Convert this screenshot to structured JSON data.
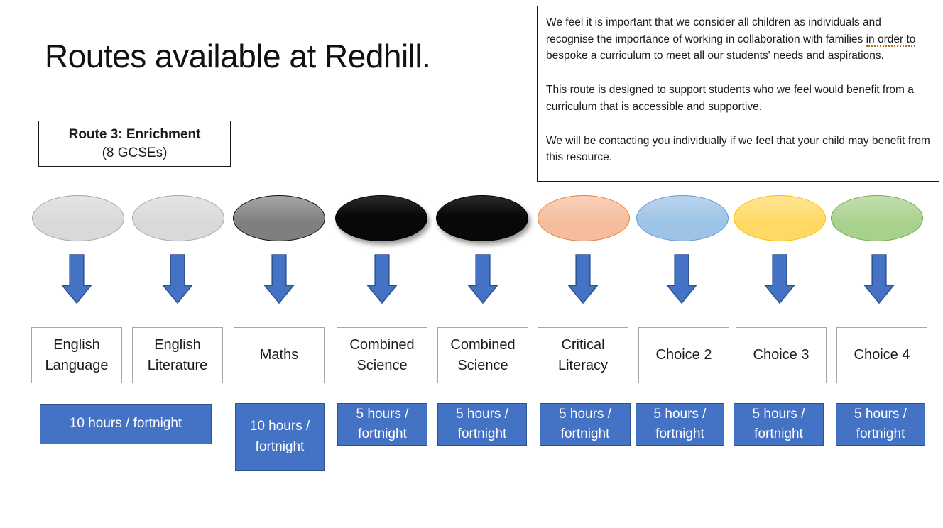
{
  "title": "Routes available at Redhill.",
  "route_box": {
    "line1": "Route 3: Enrichment",
    "line2": "(8 GCSEs)"
  },
  "info_box": {
    "p1_before": "We feel it is important that we consider all children as individuals and recognise the importance of working in collaboration with families ",
    "p1_underlined": "in order to",
    "p1_after": " bespoke a curriculum to meet all our students' needs and aspirations.",
    "p2": "This route is designed to support students who we feel would benefit from a curriculum that is accessible and supportive.",
    "p3": "We will be contacting you individually if we feel that your child may benefit from this resource."
  },
  "columns": [
    {
      "subject": "English Language",
      "ellipse_fill": "#D9D9D9",
      "ellipse_border": "#A6A6A6"
    },
    {
      "subject": "English Literature",
      "ellipse_fill": "#D9D9D9",
      "ellipse_border": "#A6A6A6"
    },
    {
      "subject": "Maths",
      "ellipse_fill": "#7F7F7F",
      "ellipse_border": "#0D0D0D"
    },
    {
      "subject": "Combined Science",
      "ellipse_fill": "#080808",
      "ellipse_border": "#000000"
    },
    {
      "subject": "Combined Science",
      "ellipse_fill": "#080808",
      "ellipse_border": "#000000"
    },
    {
      "subject": "Critical Literacy",
      "ellipse_fill": "#F5BD9D",
      "ellipse_border": "#ED7D31"
    },
    {
      "subject": "Choice 2",
      "ellipse_fill": "#9DC3E6",
      "ellipse_border": "#5B9BD5"
    },
    {
      "subject": "Choice 3",
      "ellipse_fill": "#FFD966",
      "ellipse_border": "#FFC000"
    },
    {
      "subject": "Choice 4",
      "ellipse_fill": "#A9D18E",
      "ellipse_border": "#70AD47"
    }
  ],
  "hours_boxes": [
    {
      "label": "10 hours / fortnight"
    },
    {
      "label": "10 hours / fortnight"
    },
    {
      "label": "5 hours / fortnight"
    },
    {
      "label": "5 hours / fortnight"
    },
    {
      "label": "5 hours / fortnight"
    },
    {
      "label": "5 hours / fortnight"
    },
    {
      "label": "5 hours / fortnight"
    },
    {
      "label": "5 hours / fortnight"
    }
  ],
  "colors": {
    "arrow_fill": "#4472C4",
    "arrow_stroke": "#2F528F",
    "hours_fill": "#4472C4",
    "hours_border": "#2F528F",
    "hours_text": "#FFFFFF",
    "box_border_gray": "#A6A6A6",
    "outline_black": "#1A1A1A",
    "grammar_underline": "#B06F2B"
  }
}
